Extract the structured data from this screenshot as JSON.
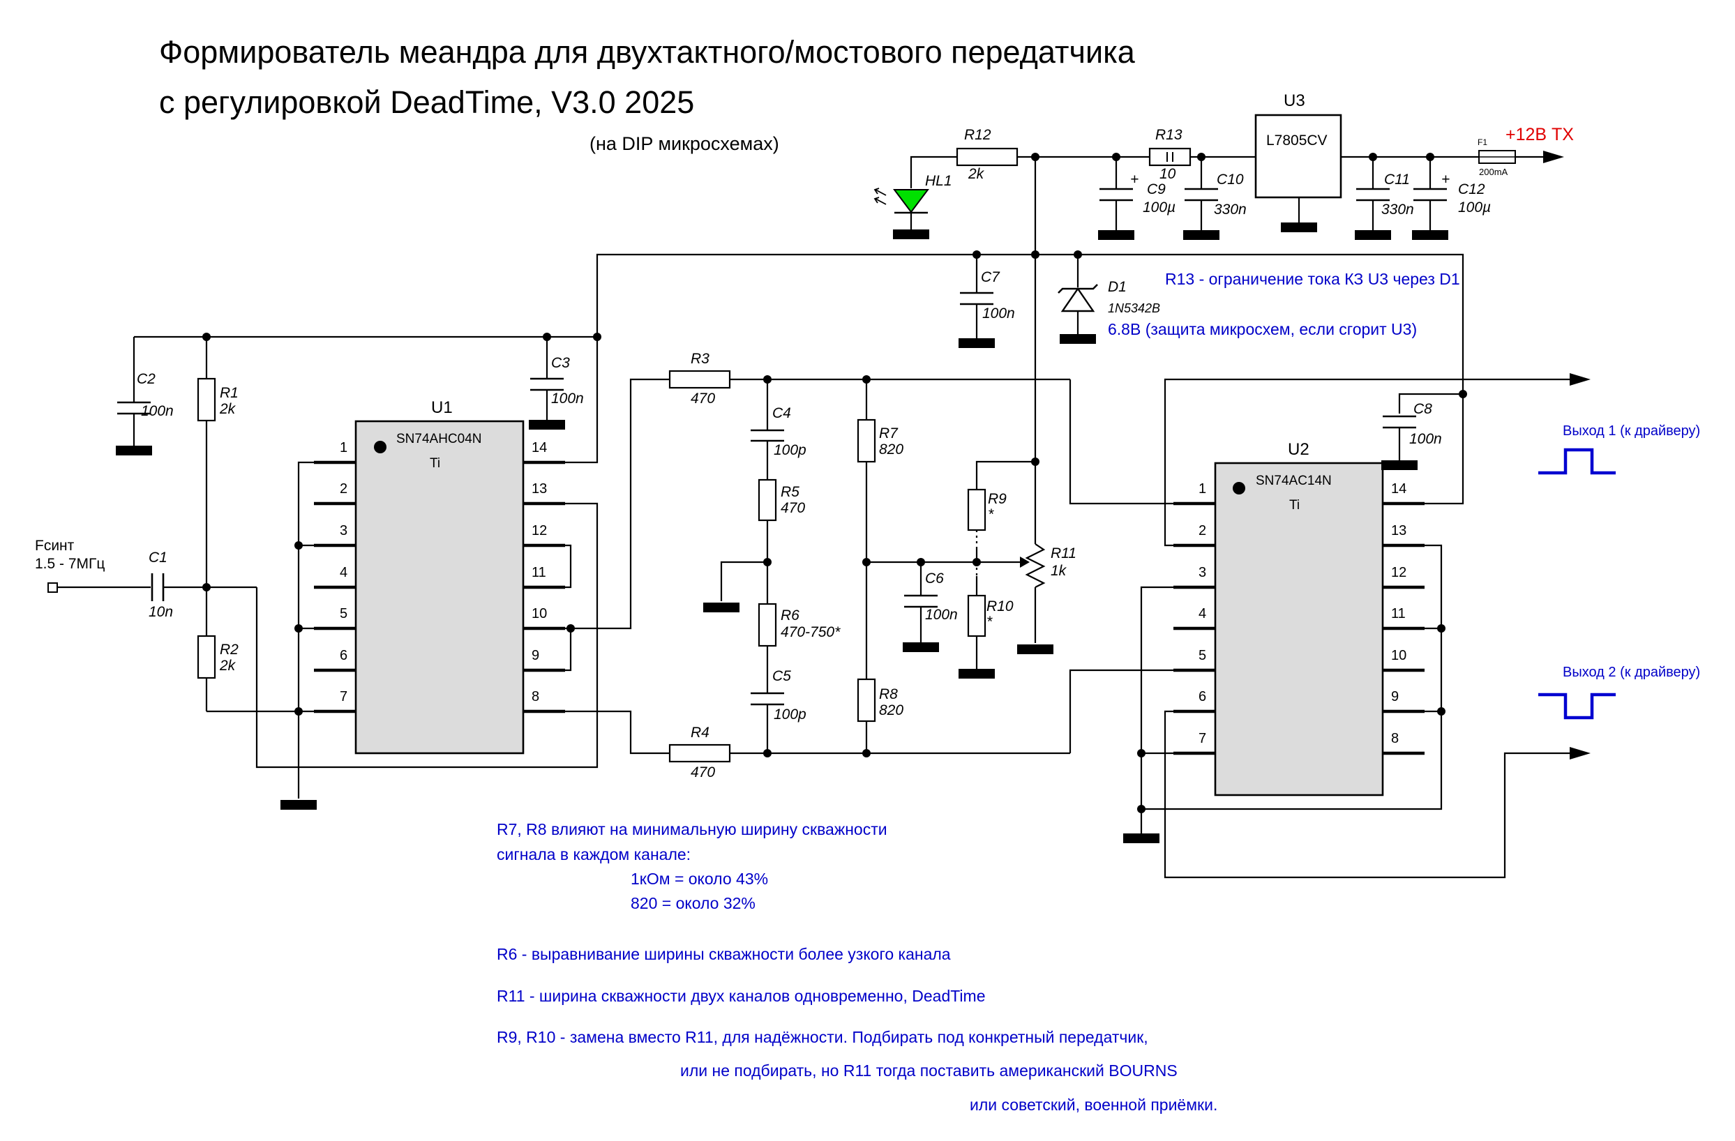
{
  "title": {
    "line1": "Формирователь меандра для двухтактного/мостового передатчика",
    "line2": "с регулировкой DeadTime, V3.0 2025",
    "subtitle": "(на DIP микросхемах)"
  },
  "input": {
    "name": "Fсинт",
    "range": "1.5 - 7МГц"
  },
  "power": {
    "output_label": "+12В ТХ",
    "output_color": "#e00000"
  },
  "ic": {
    "u1": {
      "ref": "U1",
      "part": "SN74AHC04N",
      "mfr": "Ti",
      "left_pins": [
        "1",
        "2",
        "3",
        "4",
        "5",
        "6",
        "7"
      ],
      "right_pins": [
        "14",
        "13",
        "12",
        "11",
        "10",
        "9",
        "8"
      ]
    },
    "u2": {
      "ref": "U2",
      "part": "SN74AC14N",
      "mfr": "Ti",
      "left_pins": [
        "1",
        "2",
        "3",
        "4",
        "5",
        "6",
        "7"
      ],
      "right_pins": [
        "14",
        "13",
        "12",
        "11",
        "10",
        "9",
        "8"
      ]
    },
    "u3": {
      "ref": "U3",
      "part": "L7805CV"
    }
  },
  "components": {
    "r1": {
      "ref": "R1",
      "value": "2k"
    },
    "r2": {
      "ref": "R2",
      "value": "2k"
    },
    "r3": {
      "ref": "R3",
      "value": "470"
    },
    "r4": {
      "ref": "R4",
      "value": "470"
    },
    "r5": {
      "ref": "R5",
      "value": "470"
    },
    "r6": {
      "ref": "R6",
      "value": "470-750*"
    },
    "r7": {
      "ref": "R7",
      "value": "820"
    },
    "r8": {
      "ref": "R8",
      "value": "820"
    },
    "r9": {
      "ref": "R9",
      "value": "*"
    },
    "r10": {
      "ref": "R10",
      "value": "*"
    },
    "r11": {
      "ref": "R11",
      "value": "1k"
    },
    "r12": {
      "ref": "R12",
      "value": "2k"
    },
    "r13": {
      "ref": "R13",
      "value": "10"
    },
    "c1": {
      "ref": "C1",
      "value": "10n"
    },
    "c2": {
      "ref": "C2",
      "value": "100n"
    },
    "c3": {
      "ref": "C3",
      "value": "100n"
    },
    "c4": {
      "ref": "C4",
      "value": "100p"
    },
    "c5": {
      "ref": "C5",
      "value": "100p"
    },
    "c6": {
      "ref": "C6",
      "value": "100n"
    },
    "c7": {
      "ref": "C7",
      "value": "100n"
    },
    "c8": {
      "ref": "C8",
      "value": "100n"
    },
    "c9": {
      "ref": "C9",
      "value": "100µ",
      "polarity": "+"
    },
    "c10": {
      "ref": "C10",
      "value": "330n"
    },
    "c11": {
      "ref": "C11",
      "value": "330n"
    },
    "c12": {
      "ref": "C12",
      "value": "100µ",
      "polarity": "+"
    },
    "d1": {
      "ref": "D1",
      "value": "1N5342B"
    },
    "hl1": {
      "ref": "HL1"
    },
    "f1": {
      "ref": "F1",
      "value": "200mA"
    }
  },
  "outputs": {
    "out1": "Выход 1 (к драйверу)",
    "out2": "Выход 2 (к драйверу)"
  },
  "notes": {
    "r13_note": "R13 - ограничение тока КЗ U3 через D1",
    "d1_note": "6.8В (защита микросхем, если сгорит U3)",
    "r7r8_1": "R7, R8 влияют на минимальную ширину скважности",
    "r7r8_2": "сигнала в каждом канале:",
    "r7r8_3": "1кОм = около 43%",
    "r7r8_4": "820 = около 32%",
    "r6": "R6 - выравнивание ширины скважности более узкого канала",
    "r11": "R11 - ширина скважности двух каналов одновременно, DeadTime",
    "r9r10_1": "R9, R10 - замена вместо R11, для надёжности. Подбирать под конкретный передатчик,",
    "r9r10_2": "или не подбирать, но R11 тогда поставить американский BOURNS",
    "r9r10_3": "или советский, военной приёмки."
  },
  "colors": {
    "note_text": "#0000c8",
    "led": "#00e000",
    "wave": "#0000d0",
    "chip_body": "#dcdcdc"
  }
}
